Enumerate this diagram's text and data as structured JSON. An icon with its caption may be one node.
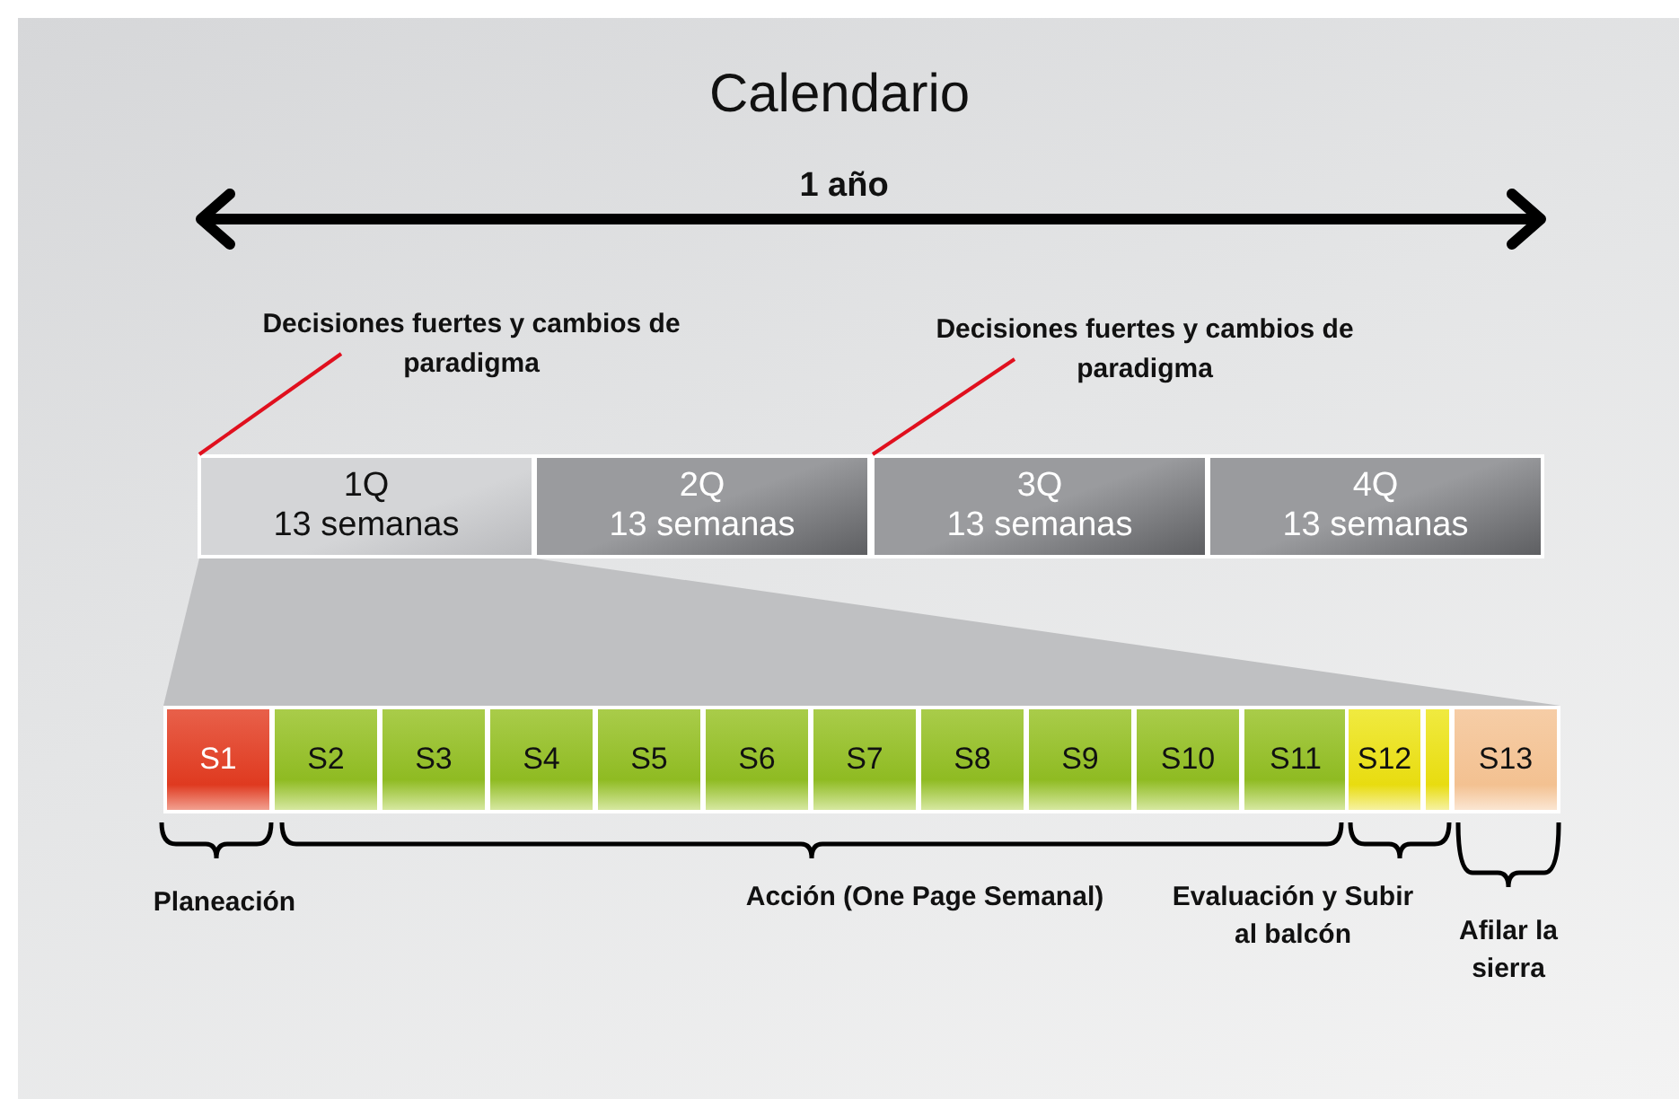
{
  "diagram": {
    "title": "Calendario",
    "nodes": [
      {
        "text": [
          "1Q",
          "13 semanas"
        ]
      },
      {
        "text": [
          "2Q",
          "13 semanas"
        ]
      },
      {
        "text": [
          "3Q",
          "13 semanas"
        ]
      },
      {
        "text": [
          "4Q",
          "13 semanas"
        ]
      },
      {
        "text": [
          "S1"
        ]
      },
      {
        "text": [
          "S2"
        ]
      },
      {
        "text": [
          "S3"
        ]
      },
      {
        "text": [
          "S4"
        ]
      },
      {
        "text": [
          "S5"
        ]
      },
      {
        "text": [
          "S6"
        ]
      },
      {
        "text": [
          "S7"
        ]
      },
      {
        "text": [
          "S8"
        ]
      },
      {
        "text": [
          "S9"
        ]
      },
      {
        "text": [
          "S10"
        ]
      },
      {
        "text": [
          "S11"
        ]
      },
      {
        "text": [
          "S12"
        ]
      },
      {
        "text": [],
        "shape": "box"
      },
      {
        "text": [
          "S13"
        ]
      },
      {
        "text": [
          "Decisiones fuertes y cambios de paradigma"
        ]
      },
      {
        "text": [
          "Decisiones fuertes y cambios de paradigma"
        ]
      }
    ],
    "edges": [
      {
        "from": 18,
        "to": 0,
        "arrow": "none"
      },
      {
        "from": 19,
        "to": 2,
        "arrow": "none"
      }
    ],
    "labels": [
      "1 año",
      "Planeación",
      "Acción (One Page Semanal)",
      "Evaluación y Subir al balcón",
      "Afilar la sierra"
    ]
  }
}
